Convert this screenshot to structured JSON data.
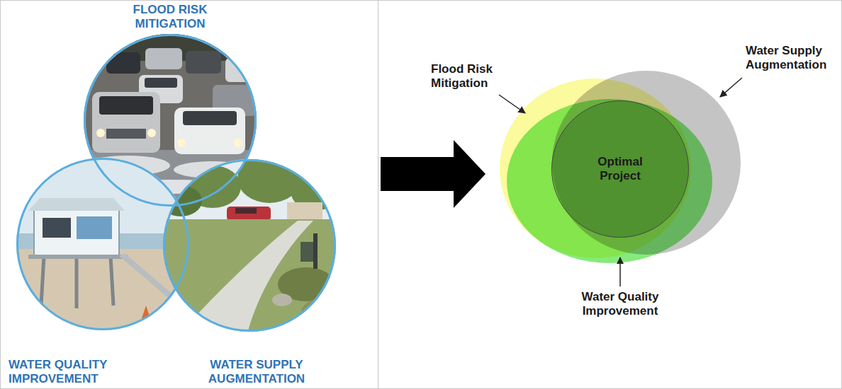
{
  "diagram": {
    "nodes": [
      {
        "text": [
          "FLOOD RISK MITIGATION"
        ]
      },
      {
        "text": [
          "WATER QUALITY IMPROVEMENT"
        ]
      },
      {
        "text": [
          "WATER SUPPLY AUGMENTATION"
        ]
      },
      {
        "text": [
          "Flood Risk Mitigation"
        ]
      },
      {
        "text": [
          "Water Supply Augmentation"
        ]
      },
      {
        "text": [
          "Optimal Project"
        ]
      },
      {
        "text": [
          "Water Quality Improvement"
        ]
      }
    ]
  }
}
